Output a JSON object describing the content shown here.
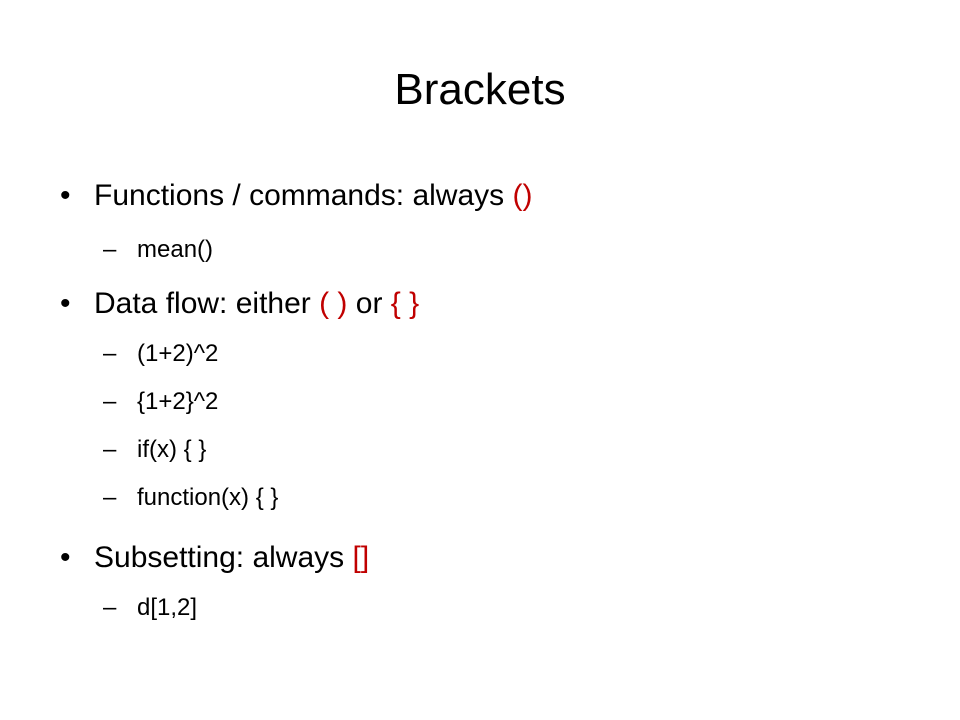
{
  "slide": {
    "title": "Brackets",
    "bullet_marker": "•",
    "sub_marker": "–",
    "accent_color": "#c00000",
    "items": [
      {
        "text": "Functions / commands: always ",
        "red": "()"
      },
      {
        "sub": "mean()"
      },
      {
        "text": "Data flow: either ",
        "red1": "( )",
        "mid": " or ",
        "red2": "{ }"
      },
      {
        "sub": "(1+2)^2"
      },
      {
        "sub": "{1+2}^2"
      },
      {
        "sub": "if(x) { }"
      },
      {
        "sub": "function(x)  { }"
      },
      {
        "text": "Subsetting: always ",
        "red": "[]"
      },
      {
        "sub": "d[1,2]"
      }
    ]
  }
}
